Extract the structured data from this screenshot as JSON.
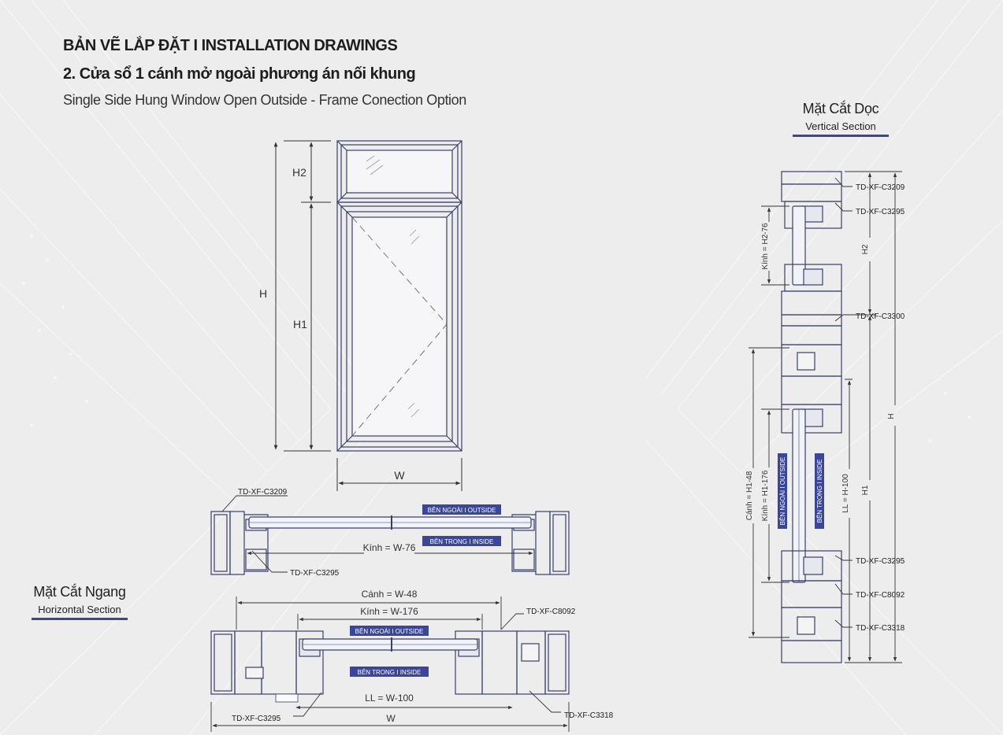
{
  "header": {
    "title": "BẢN VẼ LẮP ĐẶT  I  INSTALLATION DRAWINGS",
    "subtitle_vn": "2. Cửa sổ 1 cánh mở ngoài phương án nối khung",
    "subtitle_en": "Single Side Hung Window Open Outside - Frame Conection Option"
  },
  "vertical_section": {
    "label_vn": "Mặt Cắt Dọc",
    "label_en": "Vertical Section"
  },
  "horizontal_section": {
    "label_vn": "Mặt Cắt Ngang",
    "label_en": "Horizontal Section"
  },
  "elevation": {
    "h2": "H2",
    "h": "H",
    "h1": "H1",
    "w": "W"
  },
  "horizontal_top": {
    "code_top": "TD-XF-C3209",
    "code_bottom": "TD-XF-C3295",
    "outside": "BÊN NGOÀI   I OUTSIDE",
    "inside": "BÊN TRONG   I INSIDE",
    "glass": "Kính = W-76"
  },
  "horizontal_bottom": {
    "sash": "Cánh = W-48",
    "glass": "Kính = W-176",
    "code_c8092": "TD-XF-C8092",
    "outside": "BÊN NGOÀI   I OUTSIDE",
    "inside": "BÊN TRONG   I INSIDE",
    "ll": "LL = W-100",
    "w": "W",
    "code_c3295": "TD-XF-C3295",
    "code_c3318": "TD-XF-C3318"
  },
  "vertical": {
    "codes": {
      "c3209": "TD-XF-C3209",
      "c3295a": "TD-XF-C3295",
      "c3300": "TD-XF-C3300",
      "c3295b": "TD-XF-C3295",
      "c8092": "TD-XF-C8092",
      "c3318": "TD-XF-C3318"
    },
    "glass_top": "Kính = H2-76",
    "h2": "H2",
    "h": "H",
    "h1": "H1",
    "sash": "Cánh = H1-48",
    "glass_bottom": "Kính = H1-176",
    "ll": "LL = H-100",
    "outside": "BÊN NGOÀI   I OUTSIDE",
    "inside": "BÊN TRONG   I INSIDE"
  },
  "colors": {
    "line": "#3b3f6b",
    "accent": "#3a469a",
    "dim": "#333333",
    "background": "#ededed"
  }
}
